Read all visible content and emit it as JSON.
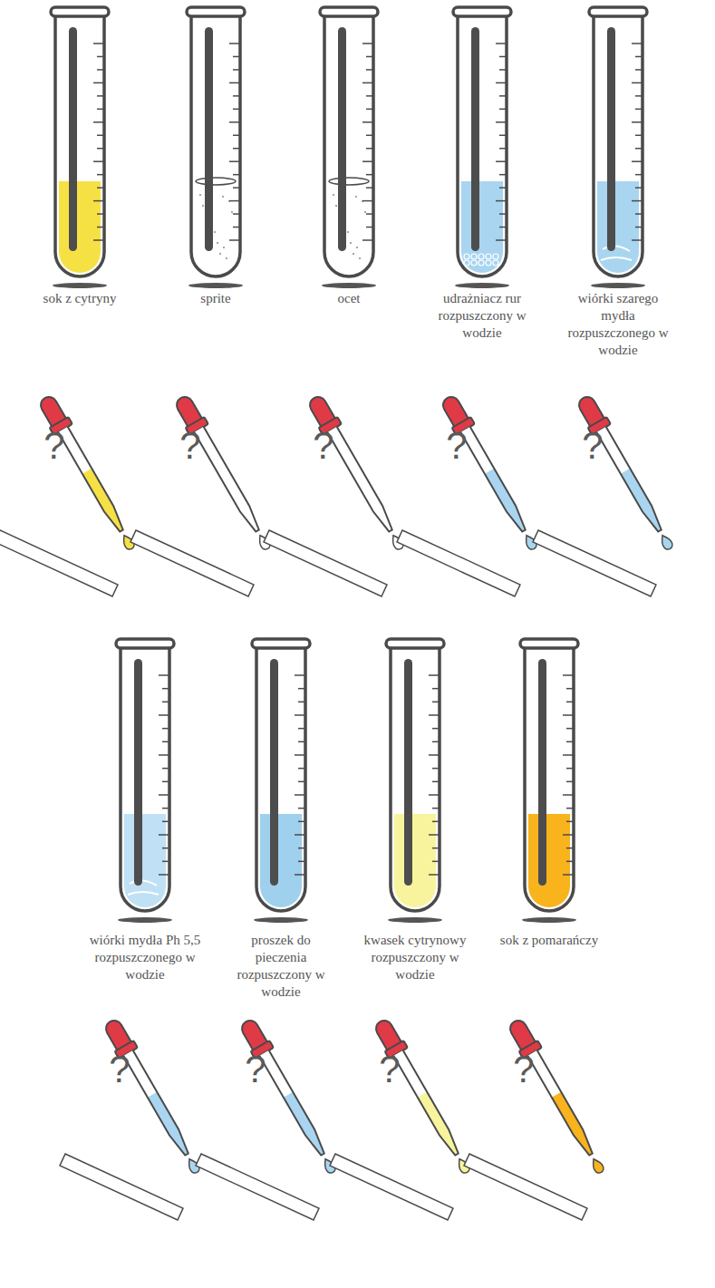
{
  "diagram": {
    "labels": [
      "sok z cytryny",
      "sprite",
      "ocet",
      "udrażniacz rur rozpuszczony w wodzie",
      "wiórki szarego mydła rozpuszczonego w wodzie",
      "?",
      "?",
      "?",
      "?",
      "?",
      "wiórki mydła Ph 5,5 rozpuszczonego w wodzie",
      "proszek do pieczenia rozpuszczony w wodzie",
      "kwasek cytrynowy rozpuszczony w wodzie",
      "sok z pomarańczy",
      "?",
      "?",
      "?",
      "?"
    ]
  }
}
